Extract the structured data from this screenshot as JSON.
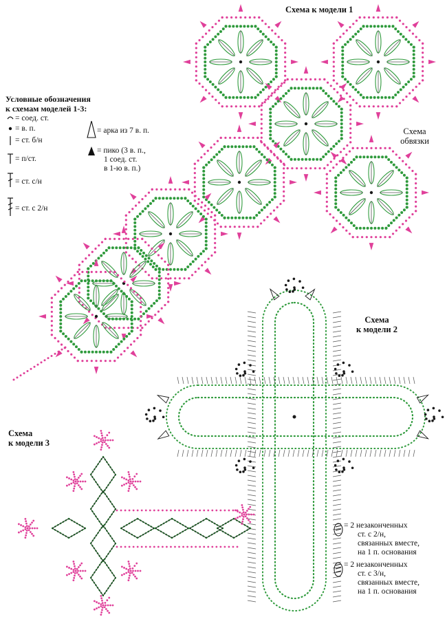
{
  "colors": {
    "green": "#2f9a3c",
    "pink": "#e0409a",
    "dark": "#1a1a1a",
    "stitch": "#555555"
  },
  "titles": {
    "model1": "Схема к модели 1",
    "edging_1": "Схема",
    "edging_2": "обвязки",
    "model2_1": "Схема",
    "model2_2": "к модели 2",
    "model3_1": "Схема",
    "model3_2": "к модели 3"
  },
  "legend": {
    "title_1": "Условные обозначения",
    "title_2": "к схемам моделей 1-3:",
    "items": [
      {
        "icon": "slip-stitch-icon",
        "text": "= соед. ст."
      },
      {
        "icon": "chain-dot-icon",
        "text": "= в. п."
      },
      {
        "icon": "single-crochet-icon",
        "text": "= ст. б/н"
      },
      {
        "icon": "half-double-crochet-icon",
        "text": "= п/ст."
      },
      {
        "icon": "double-crochet-icon",
        "text": "= ст. с/н"
      },
      {
        "icon": "treble-crochet-icon",
        "text": "= ст. с 2/н"
      }
    ],
    "arch": "= арка из 7 в. п.",
    "picot_1": "= пико (3 в. п.,",
    "picot_2": "1 соед. ст.",
    "picot_3": "в 1-ю в. п.)"
  },
  "notes": {
    "cluster2_1": "= 2 незаконченных",
    "cluster2_2": "ст. с 2/н,",
    "cluster2_3": "связанных вместе,",
    "cluster2_4": "на 1 п. основания",
    "cluster3_1": "= 2 незаконченных",
    "cluster3_2": "ст. с 3/н,",
    "cluster3_3": "связанных вместе,",
    "cluster3_4": "на 1 п. основания"
  }
}
